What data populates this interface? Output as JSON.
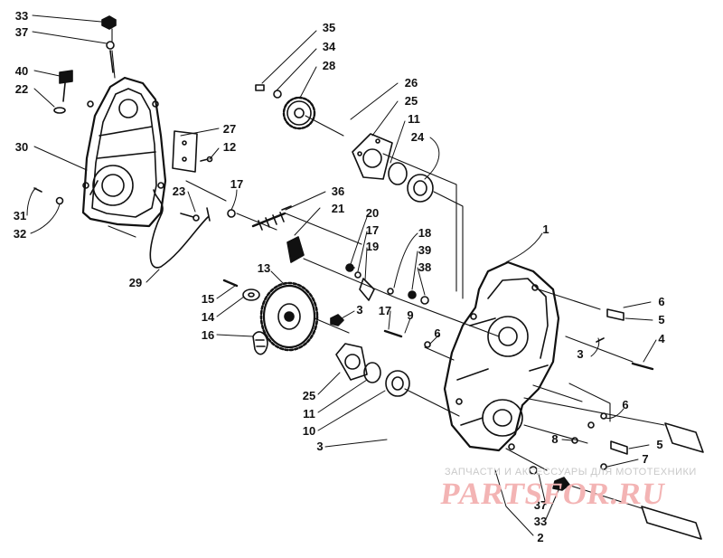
{
  "callouts": [
    "33",
    "37",
    "40",
    "22",
    "30",
    "31",
    "32",
    "29",
    "35",
    "34",
    "28",
    "26",
    "25",
    "11",
    "24",
    "27",
    "12",
    "23",
    "17",
    "36",
    "21",
    "20",
    "17",
    "19",
    "18",
    "39",
    "38",
    "13",
    "15",
    "14",
    "16",
    "3",
    "17",
    "9",
    "6",
    "1",
    "6",
    "5",
    "3",
    "4",
    "25",
    "11",
    "10",
    "3",
    "6",
    "5",
    "8",
    "7",
    "37",
    "33",
    "2"
  ],
  "watermark": {
    "tagline": "ЗАПЧАСТИ И АКСЕССУАРЫ ДЛЯ МОТОТЕХНИКИ",
    "logo": "PARTSFOR.RU"
  }
}
